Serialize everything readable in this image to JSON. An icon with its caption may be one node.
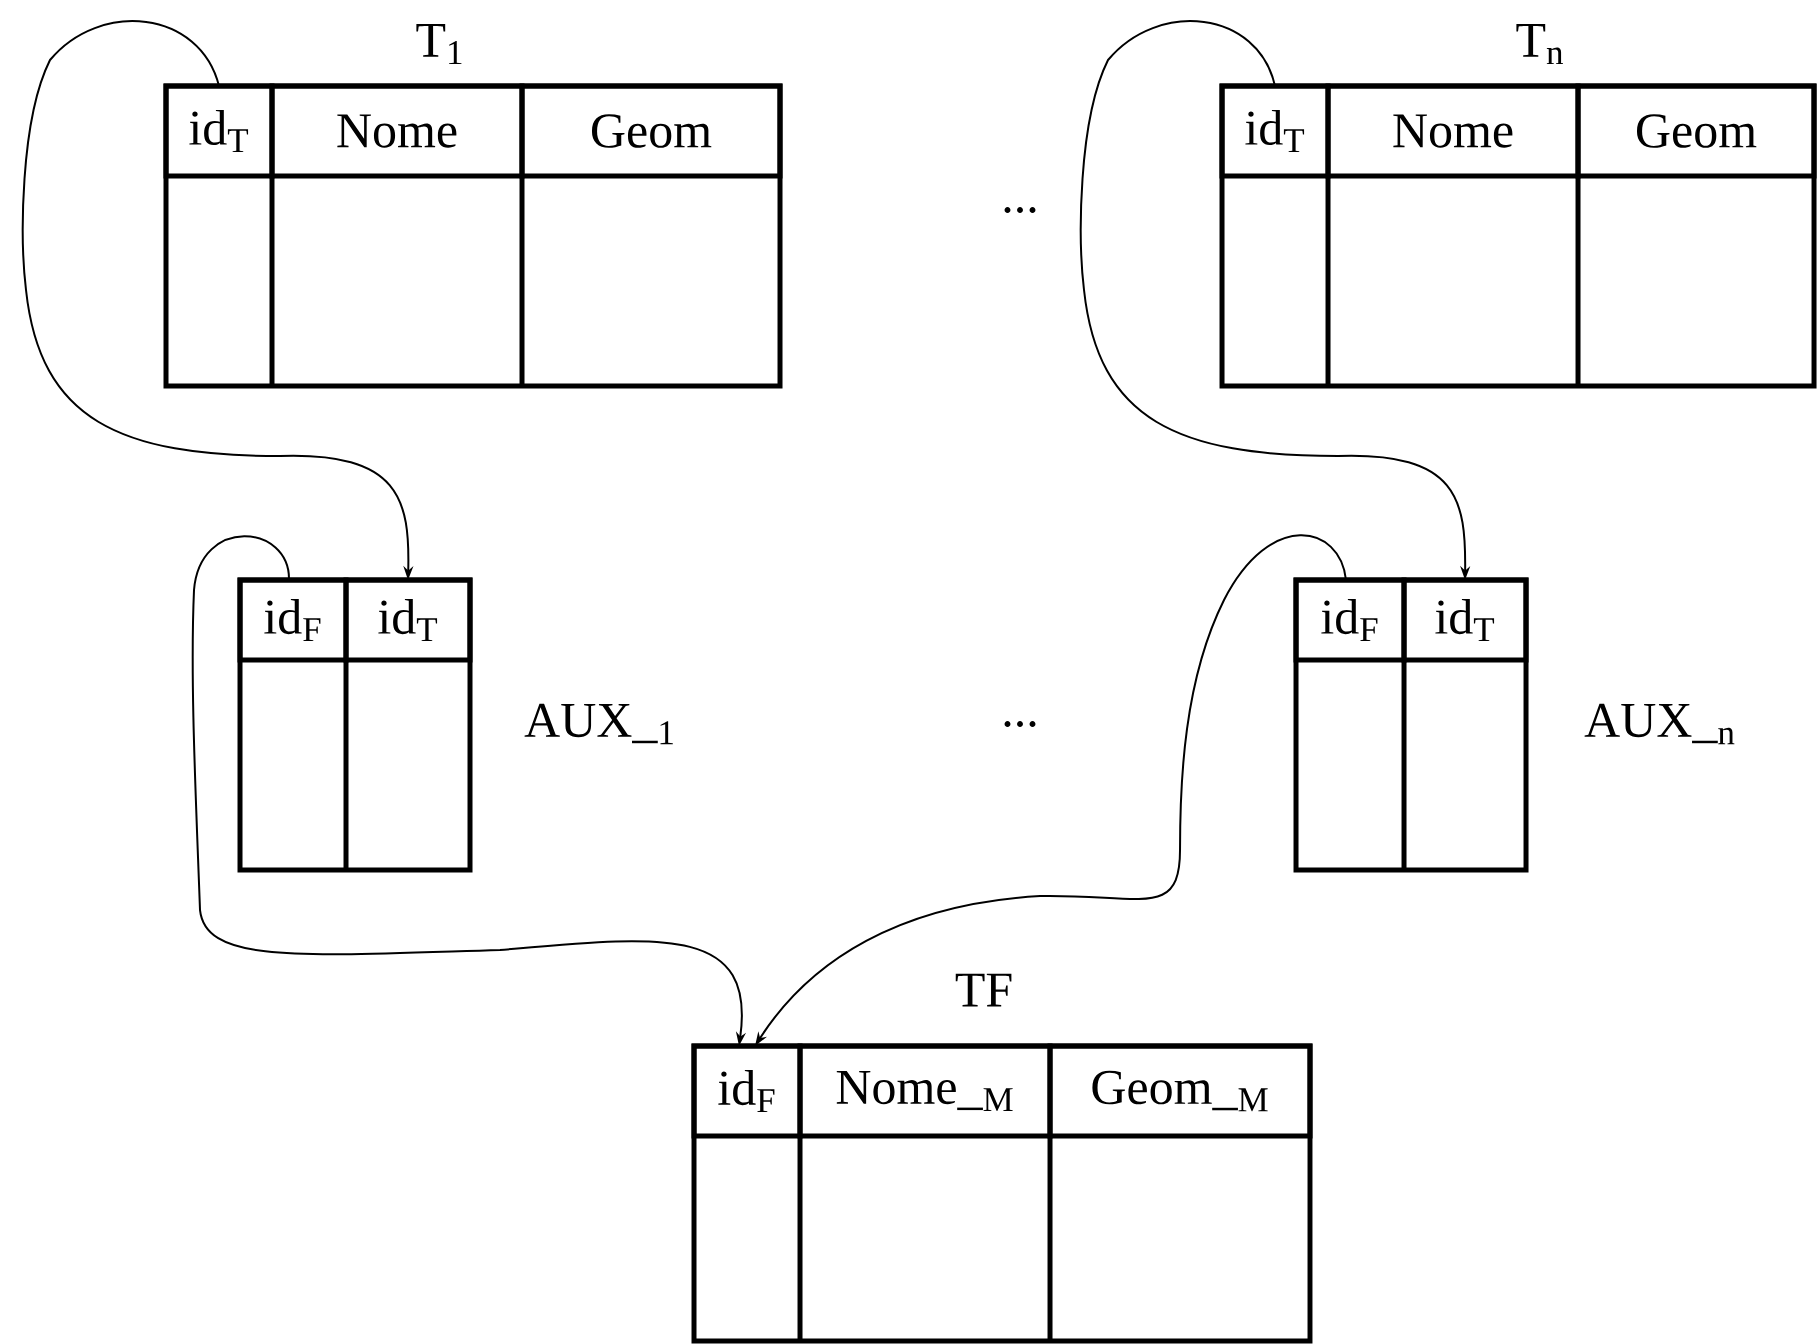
{
  "diagram": {
    "nodes": [
      {
        "text": [
          "T$_{1}$"
        ]
      },
      {
        "text": [
          "id$_{T}$"
        ],
        "in": 0
      },
      {
        "text": [
          "Nome"
        ],
        "in": 0
      },
      {
        "text": [
          "Geom"
        ],
        "in": 0
      },
      {
        "text": [
          "T$_{n}$"
        ]
      },
      {
        "text": [
          "id$_{T}$"
        ],
        "in": 4
      },
      {
        "text": [
          "Nome"
        ],
        "in": 4
      },
      {
        "text": [
          "Geom"
        ],
        "in": 4
      },
      {
        "text": [
          "AUX_$_{1}$"
        ]
      },
      {
        "text": [
          "id$_{F}$"
        ],
        "in": 8
      },
      {
        "text": [
          "id$_{T}$"
        ],
        "in": 8
      },
      {
        "text": [
          "AUX_$_{n}$"
        ]
      },
      {
        "text": [
          "id$_{F}$"
        ],
        "in": 11
      },
      {
        "text": [
          "id$_{T}$"
        ],
        "in": 11
      },
      {
        "text": [
          "TF"
        ]
      },
      {
        "text": [
          "id$_{F}$"
        ],
        "in": 14
      },
      {
        "text": [
          "Nome_$_{M}$"
        ],
        "in": 14
      },
      {
        "text": [
          "Geom_$_{M}$"
        ],
        "in": 14
      }
    ],
    "edges": [
      {
        "from": 1,
        "to": 10,
        "arrow": "to"
      },
      {
        "from": 5,
        "to": 13,
        "arrow": "to"
      },
      {
        "from": 9,
        "to": 15,
        "arrow": "to"
      },
      {
        "from": 12,
        "to": 15,
        "arrow": "to"
      }
    ],
    "labels": [
      "...",
      "..."
    ]
  }
}
